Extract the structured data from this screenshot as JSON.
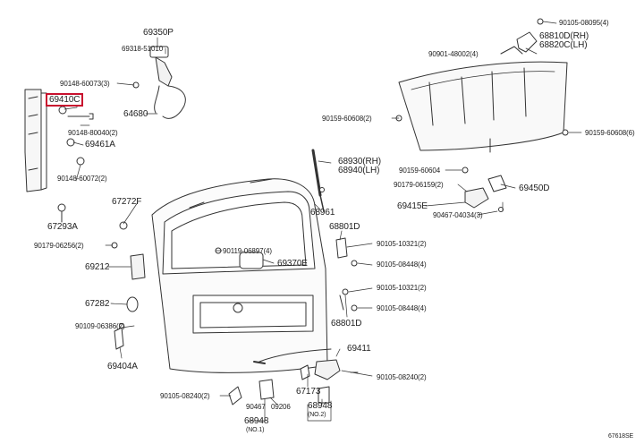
{
  "highlighted_part": "69410C",
  "diagram_id": "67618SE",
  "labels": {
    "p69350P": "69350P",
    "p69318": "69318-51010",
    "p90148_73": "90148-60073(3)",
    "p69410C": "69410C",
    "p90148_40": "90148-80040(2)",
    "p69461A": "69461A",
    "p90148_72": "90148-60072(2)",
    "p67293A": "67293A",
    "p64680": "64680",
    "p90105_95": "90105-08095(4)",
    "p68810D": "68810D(RH)",
    "p68820C": "68820C(LH)",
    "p90901": "90901-48002(4)",
    "p90159_08": "90159-60608(2)",
    "p90159_06": "90159-60608(6)",
    "p90159_04": "90159-60604",
    "p90179_15": "90179-06159(2)",
    "p69450D": "69450D",
    "p69415E": "69415E",
    "p90467": "90467-04034(3)",
    "p68930": "68930(RH)",
    "p68940": "68940(LH)",
    "p67272F": "67272F",
    "p68961": "68961",
    "p68801D_top": "68801D",
    "p90105_10321a": "90105-10321(2)",
    "p90105_08448a": "90105-08448(4)",
    "p90179_56": "90179-06256(2)",
    "p90119": "90119-06897(4)",
    "p69212": "69212",
    "p69370E": "69370E",
    "p67282": "67282",
    "p90105_10321b": "90105-10321(2)",
    "p90105_08448b": "90105-08448(4)",
    "p68801D_bot": "68801D",
    "p90109": "90109-06386(2)",
    "p69404A": "69404A",
    "p69411": "69411",
    "p90105_08240a": "90105-08240(2)",
    "p90105_08240b": "90105-08240(2)",
    "p67173": "67173",
    "p90467b": "90467",
    "p09206": "09206",
    "p68948a": "68948",
    "p68948a_sub": "(NO.1)",
    "p68948b": "68948",
    "p68948b_sub": "(NO.2)"
  }
}
